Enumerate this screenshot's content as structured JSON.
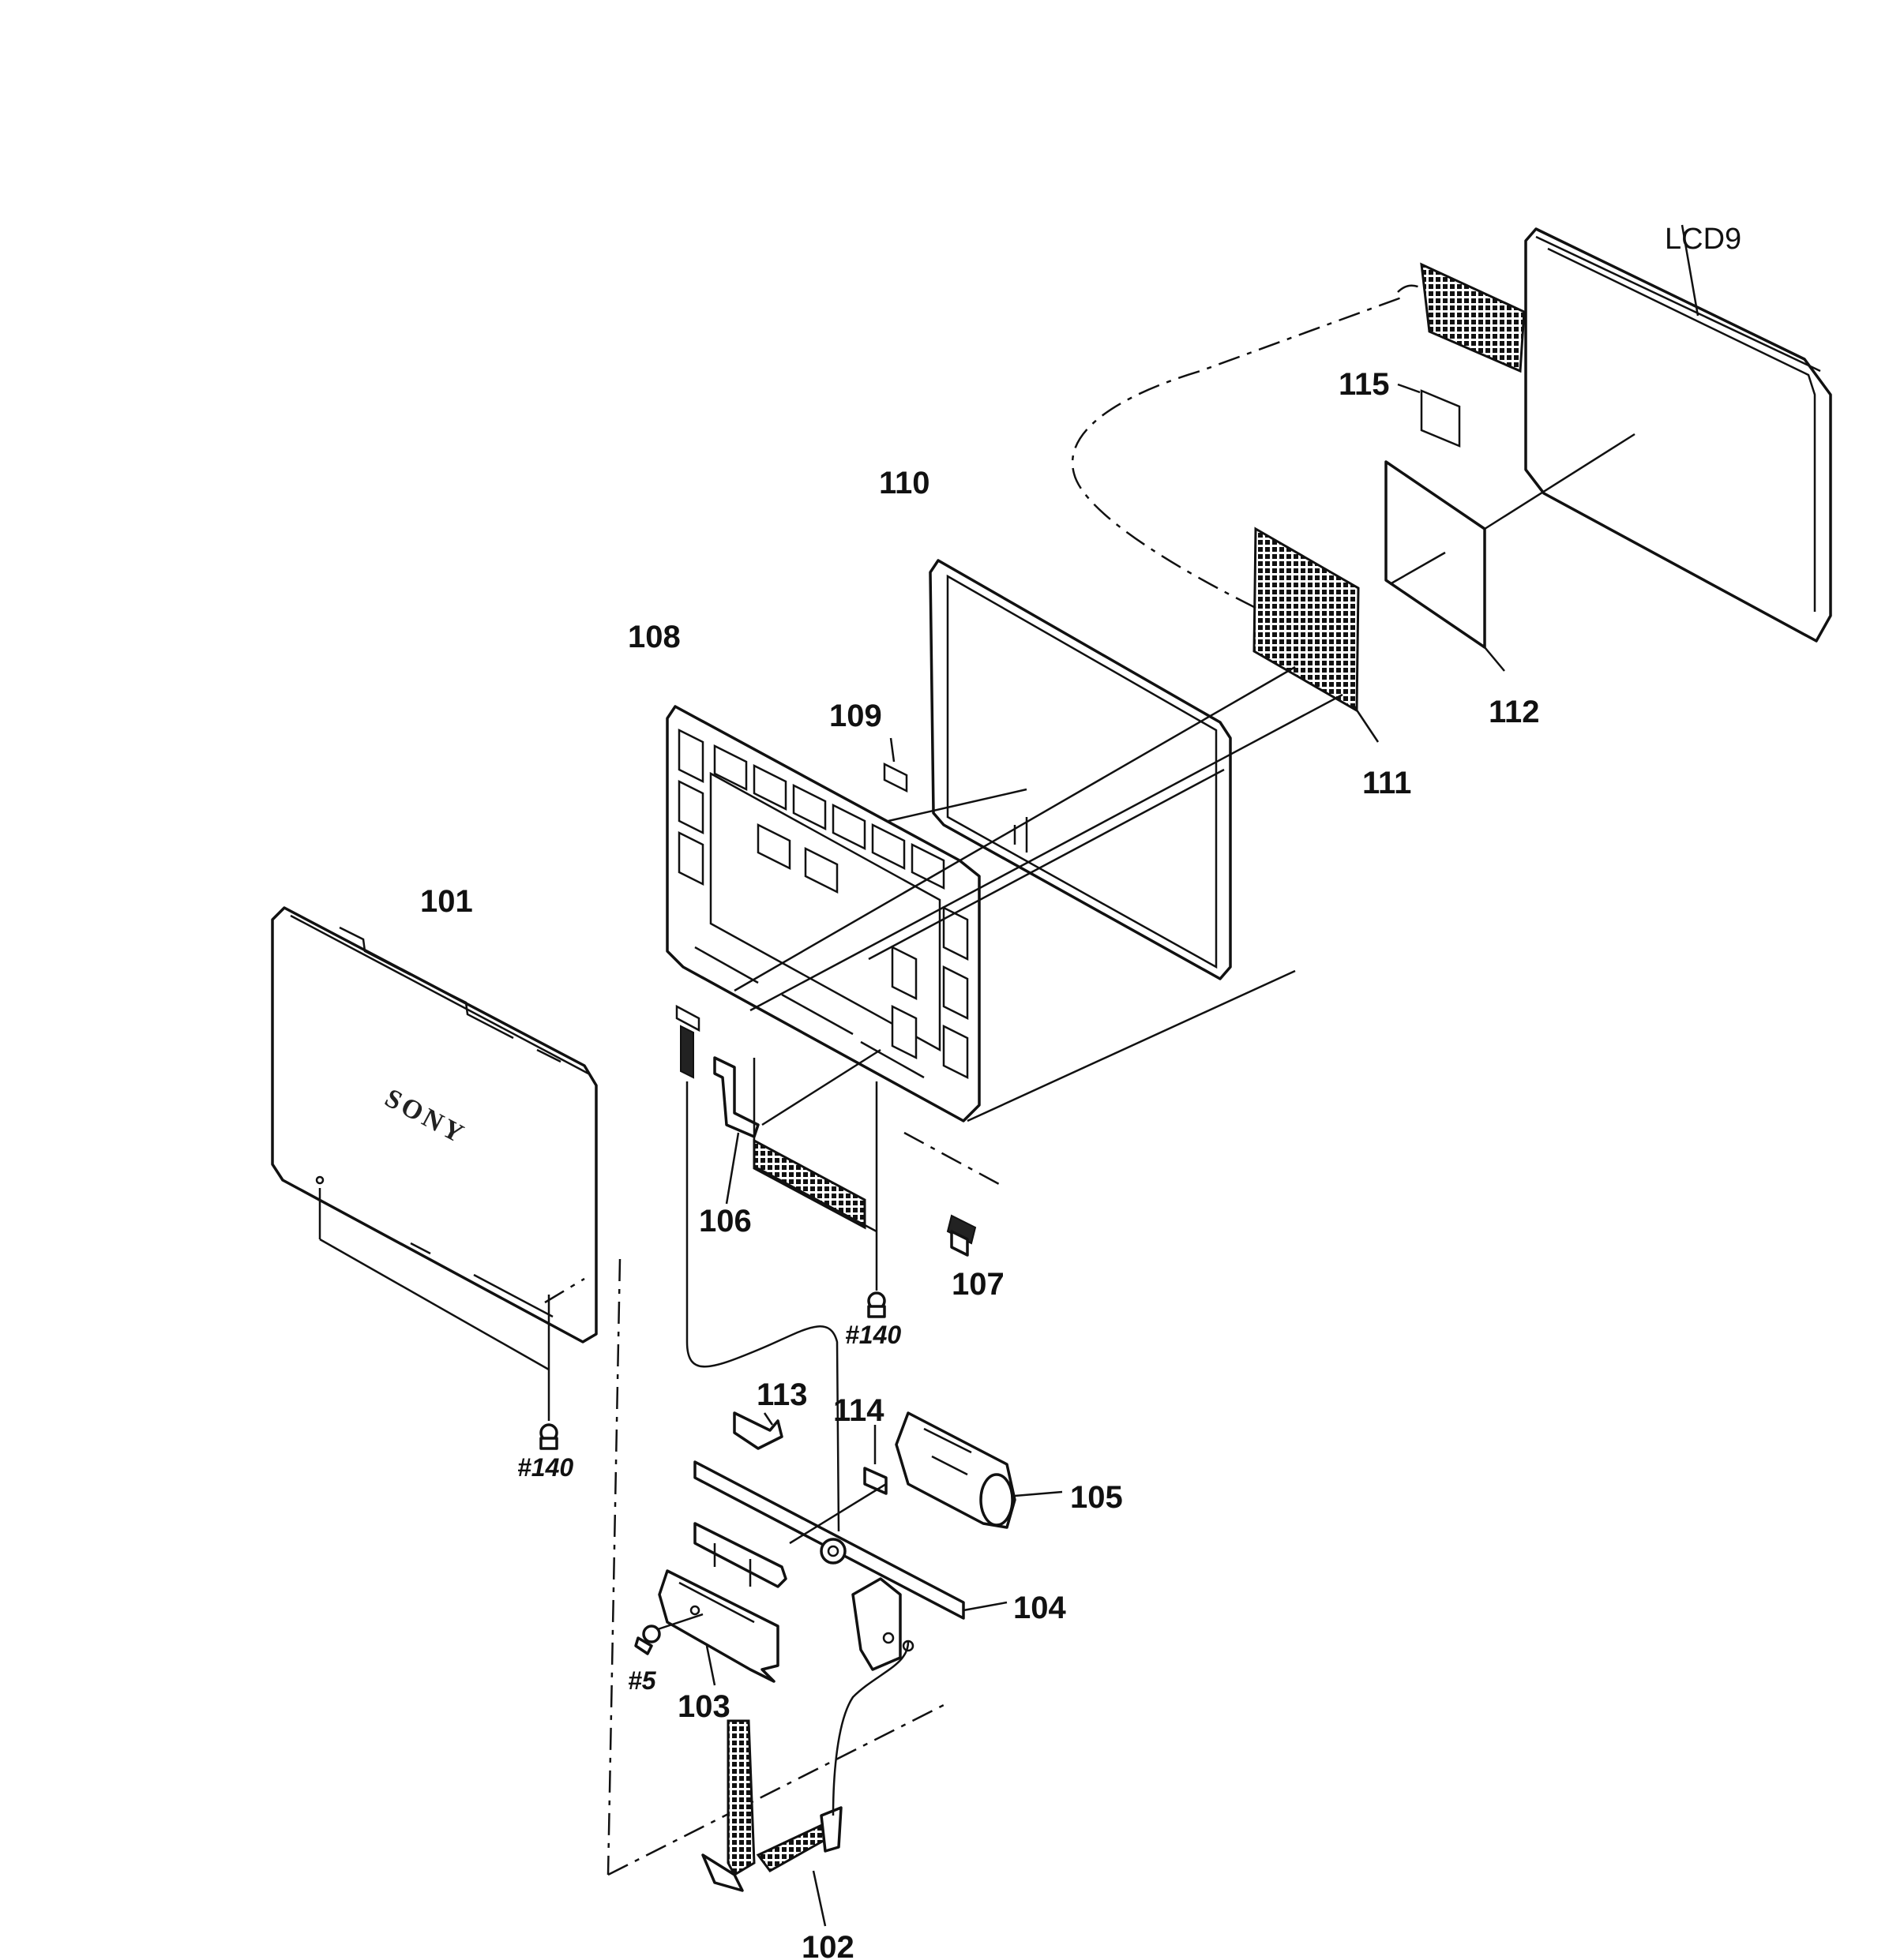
{
  "labels": {
    "lcd9": "LCD9",
    "p101": "101",
    "p102": "102",
    "p103": "103",
    "p104": "104",
    "p105": "105",
    "p106": "106",
    "p107": "107",
    "p108": "108",
    "p109": "109",
    "p110": "110",
    "p111": "111",
    "p112": "112",
    "p113": "113",
    "p114": "114",
    "p115": "115",
    "screw_140_a": "#140",
    "screw_140_b": "#140",
    "screw_5": "#5"
  },
  "logo_text": "SONY"
}
